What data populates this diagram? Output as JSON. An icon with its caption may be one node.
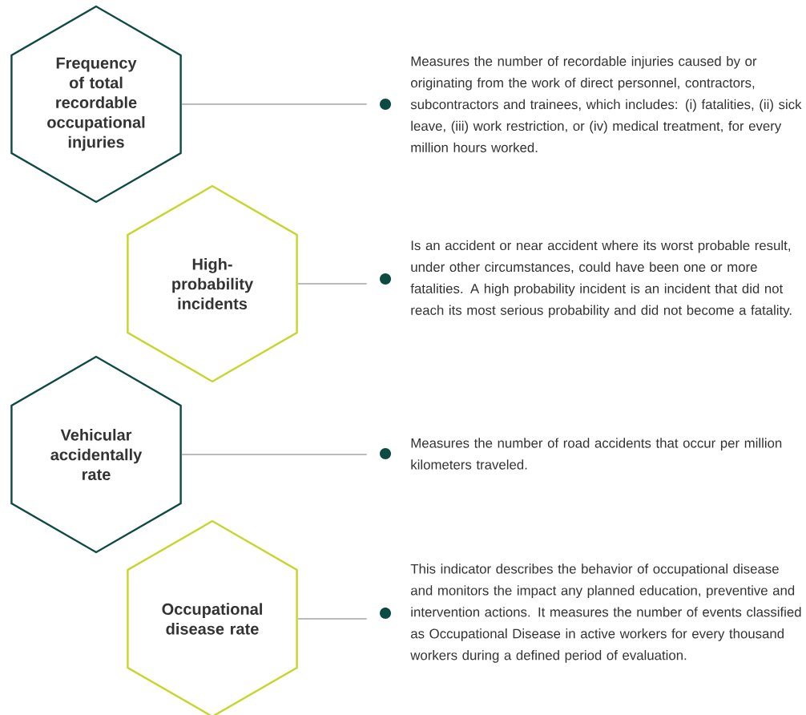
{
  "diagram": {
    "nodes": [
      {
        "text": [
          "Frequency of total recordable occupational injuries"
        ]
      },
      {
        "text": [],
        "shape": "circle",
        "beside": [
          "Measures the number of recordable injuries caused by or originating from the work of direct personnel, contractors, subcontractors and trainees, which includes: (i) fatalities, (ii) sick leave, (iii) work restriction, or (iv) medical treatment, for every million hours worked."
        ]
      },
      {
        "text": [
          "High-probability incidents"
        ]
      },
      {
        "text": [],
        "shape": "circle",
        "beside": [
          "Is an accident or near accident where its worst probable result, under other circumstances, could have been one or more fatalities. A high probability incident is an incident that did not reach its most serious probability and did not become a fatality."
        ]
      },
      {
        "text": [
          "Vehicular accidentally rate"
        ]
      },
      {
        "text": [],
        "shape": "circle",
        "beside": [
          "Measures the number of road accidents that occur per million kilometers traveled."
        ]
      },
      {
        "text": [
          "Occupational disease rate"
        ]
      },
      {
        "text": [],
        "shape": "circle",
        "beside": [
          "This indicator describes the behavior of occupational disease and monitors the impact any planned education, preventive and intervention actions. It measures the number of events classified as Occupational Disease in active workers for every thousand workers during a defined period of evaluation."
        ]
      }
    ],
    "edges": [
      {
        "from": 0,
        "to": 1,
        "arrow": "none"
      },
      {
        "from": 2,
        "to": 3,
        "arrow": "none"
      },
      {
        "from": 4,
        "to": 5,
        "arrow": "none"
      },
      {
        "from": 6,
        "to": 7,
        "arrow": "none"
      }
    ]
  }
}
